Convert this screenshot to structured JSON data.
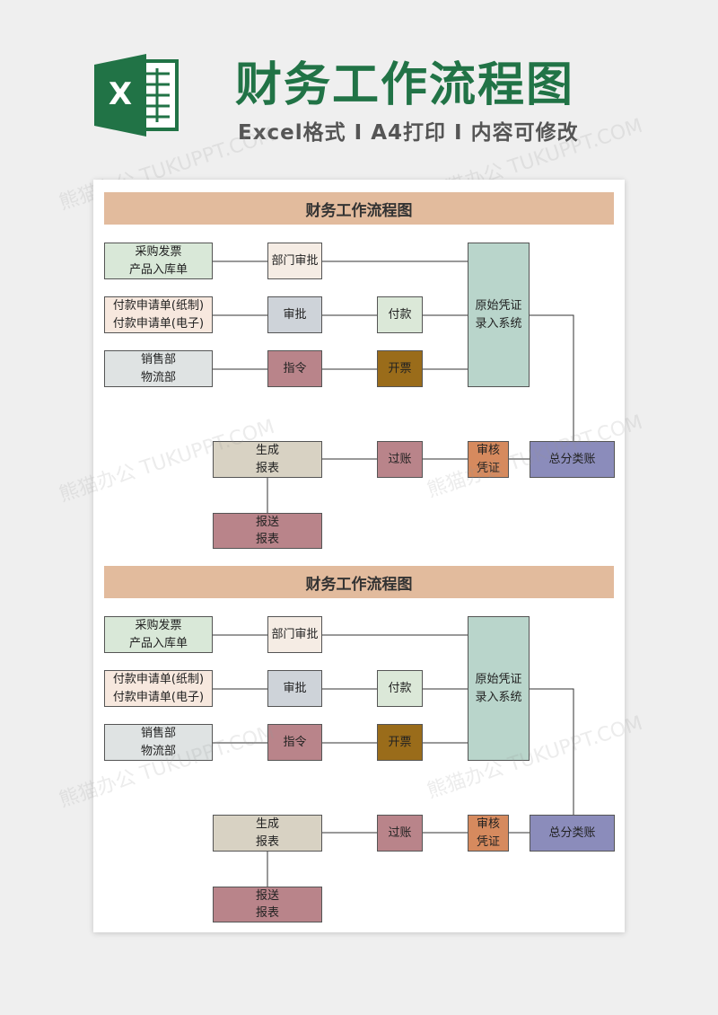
{
  "header": {
    "title": "财务工作流程图",
    "subtitle": "Excel格式 I A4打印 I 内容可修改",
    "logo_letter": "X"
  },
  "watermark_text": "熊猫办公 TUKUPPT.COM",
  "charts": [
    {
      "title": "财务工作流程图",
      "nodes": {
        "purchase": [
          "采购发票",
          "产品入库单"
        ],
        "payreq": [
          "付款申请单(纸制)",
          "付款申请单(电子)"
        ],
        "sales": [
          "销售部",
          "物流部"
        ],
        "dept": [
          "部门审批"
        ],
        "approve": [
          "审批"
        ],
        "order": [
          "指令"
        ],
        "pay": [
          "付款"
        ],
        "invoice": [
          "开票"
        ],
        "voucher": [
          "原始凭证",
          "录入系统"
        ],
        "ledger": [
          "总分类账"
        ],
        "audit": [
          "审核",
          "凭证"
        ],
        "post": [
          "过账"
        ],
        "report": [
          "生成",
          "报表"
        ],
        "submit": [
          "报送",
          "报表"
        ]
      }
    },
    {
      "title": "财务工作流程图",
      "nodes": {
        "purchase": [
          "采购发票",
          "产品入库单"
        ],
        "payreq": [
          "付款申请单(纸制)",
          "付款申请单(电子)"
        ],
        "sales": [
          "销售部",
          "物流部"
        ],
        "dept": [
          "部门审批"
        ],
        "approve": [
          "审批"
        ],
        "order": [
          "指令"
        ],
        "pay": [
          "付款"
        ],
        "invoice": [
          "开票"
        ],
        "voucher": [
          "原始凭证",
          "录入系统"
        ],
        "ledger": [
          "总分类账"
        ],
        "audit": [
          "审核",
          "凭证"
        ],
        "post": [
          "过账"
        ],
        "report": [
          "生成",
          "报表"
        ],
        "submit": [
          "报送",
          "报表"
        ]
      }
    }
  ],
  "colors": {
    "brand_green": "#217346",
    "header_bar": "#e2bb9d",
    "purchase": "#d9e8d8",
    "payreq": "#f7e8de",
    "sales": "#dfe3e3",
    "dept": "#f5ece4",
    "approve": "#ced3d9",
    "order": "#b9848a",
    "pay": "#dbe8d8",
    "invoice": "#9a6c1a",
    "voucher": "#b9d5cb",
    "ledger": "#8b8cbb",
    "audit": "#d68a5e",
    "post": "#b9848a",
    "report": "#d8d2c3",
    "submit": "#b9848a"
  }
}
